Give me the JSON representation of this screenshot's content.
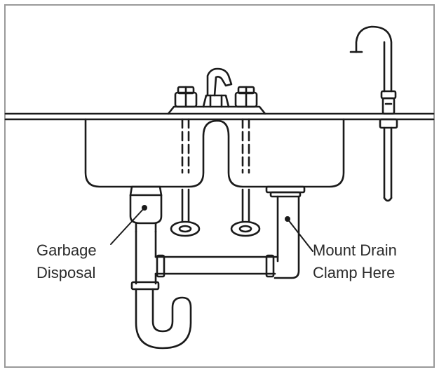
{
  "labels": {
    "left_line1": "Garbage",
    "left_line2": "Disposal",
    "right_line1": "Mount Drain",
    "right_line2": "Clamp Here"
  },
  "colors": {
    "stroke": "#1a1a1a",
    "frame": "#9a9a9a",
    "background": "#ffffff",
    "text": "#2b2b2b"
  }
}
